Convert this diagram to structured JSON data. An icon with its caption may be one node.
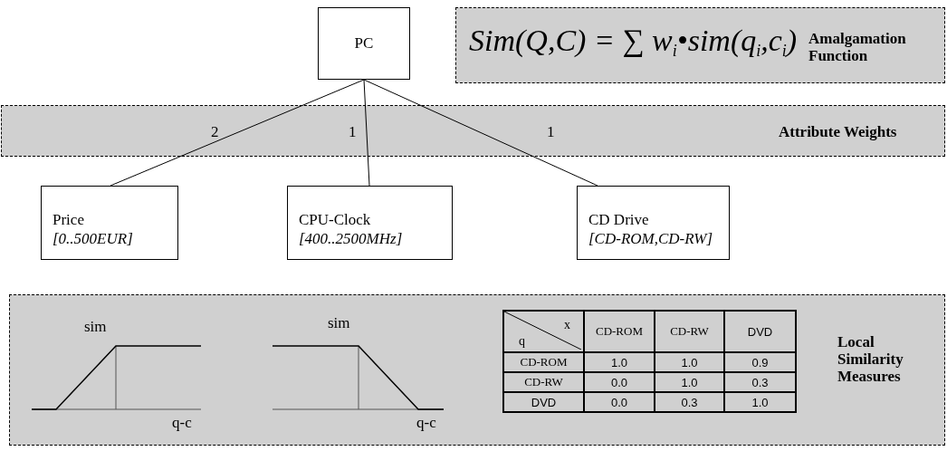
{
  "diagram": {
    "nodes": [
      {
        "text": [
          "PC"
        ]
      },
      {
        "text": [
          "Sim(Q,C) = ∑ w$_{i}$•sim(q$_{i}$,c$_{i}$)",
          "Amalgamation Function"
        ]
      },
      {
        "text": [
          "Price",
          "[0..500EUR]"
        ]
      },
      {
        "text": [
          "CPU-Clock",
          "[400..2500MHz]"
        ]
      },
      {
        "text": [
          "CD Drive",
          "[CD-ROM,CD-RW]"
        ]
      },
      {
        "text": [
          "Local Similarity Measures"
        ]
      }
    ],
    "edges": [
      {
        "from": 0,
        "to": 2,
        "arrow": "none",
        "label": "2"
      },
      {
        "from": 0,
        "to": 3,
        "arrow": "none",
        "label": "1"
      },
      {
        "from": 0,
        "to": 4,
        "arrow": "none",
        "label": "1"
      }
    ],
    "labels": [
      "Attribute Weights",
      "sim",
      "sim",
      "x",
      "q",
      "CD-ROM",
      "CD-RW",
      "DVD",
      "CD-ROM",
      "1.0",
      "1.0",
      "0.9",
      "CD-RW",
      "0.0",
      "1.0",
      "0.3",
      "DVD",
      "0.0",
      "0.3",
      "1.0",
      "q-c",
      "q-c"
    ]
  }
}
